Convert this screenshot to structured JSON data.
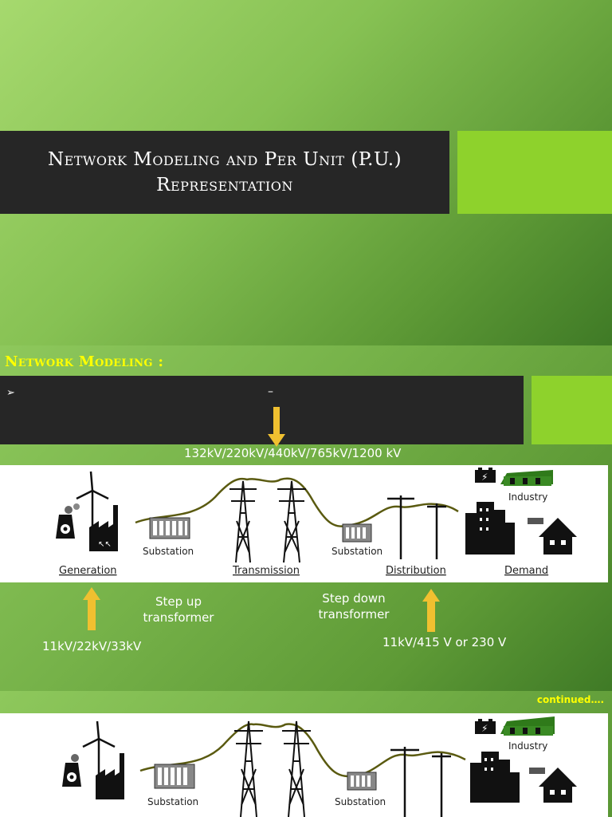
{
  "slide1": {
    "title_line1": "Network Modeling and Per Unit (P.U.)",
    "title_line2": "Representation"
  },
  "slide2": {
    "heading": "Network Modeling :",
    "bullet_glyph": "➢",
    "dash": "–",
    "transmission_voltage": "132kV/220kV/440kV/765kV/1200 kV",
    "generation_voltage": "11kV/22kV/33kV",
    "distribution_voltage": "11kV/415 V or 230 V",
    "step_up_line1": "Step up",
    "step_up_line2": "transformer",
    "step_down_line1": "Step down",
    "step_down_line2": "transformer",
    "diagram": {
      "substation_left": "Substation",
      "substation_right": "Substation",
      "industry": "Industry",
      "generation": "Generation",
      "transmission": "Transmission",
      "distribution": "Distribution",
      "demand": "Demand"
    },
    "colors": {
      "arrow": "#f0c030",
      "accent": "#8ed22c",
      "heading": "#ffff00"
    }
  },
  "slide3": {
    "continued": "continued….",
    "diagram": {
      "substation_left": "Substation",
      "substation_right": "Substation",
      "industry": "Industry"
    }
  }
}
